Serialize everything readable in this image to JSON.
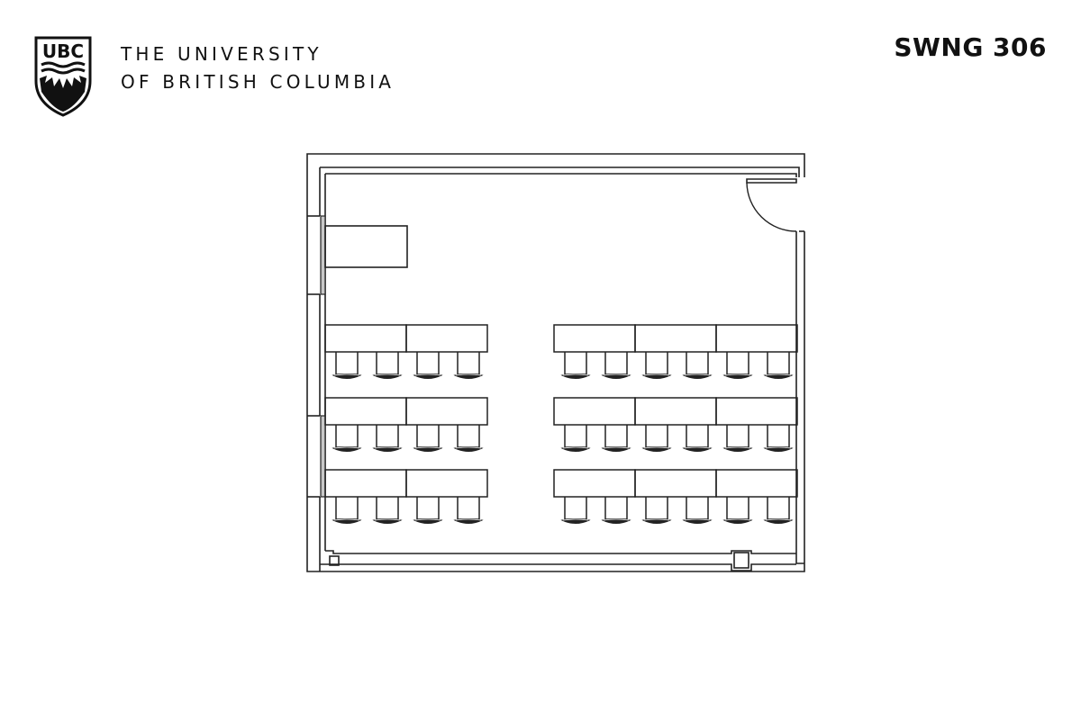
{
  "header": {
    "logo": {
      "text": "UBC",
      "icon": "ubc-shield-crest-icon"
    },
    "wordmark_line1": "THE UNIVERSITY",
    "wordmark_line2": "OF BRITISH COLUMBIA",
    "room_code": "SWNG 306"
  },
  "floor_plan": {
    "room": "SWNG 306",
    "features": [
      "door-top-right",
      "instructor-desk",
      "windows-left-wall",
      "columns-bottom-wall"
    ],
    "seating": {
      "rows": 3,
      "left_group": {
        "tables_per_row": 2,
        "chairs_per_row": 4
      },
      "right_group": {
        "tables_per_row": 3,
        "chairs_per_row": 6
      },
      "total_chairs": 30
    },
    "colors": {
      "line": "#222222",
      "window_fill": "#c8c8c8",
      "background": "#ffffff"
    }
  }
}
